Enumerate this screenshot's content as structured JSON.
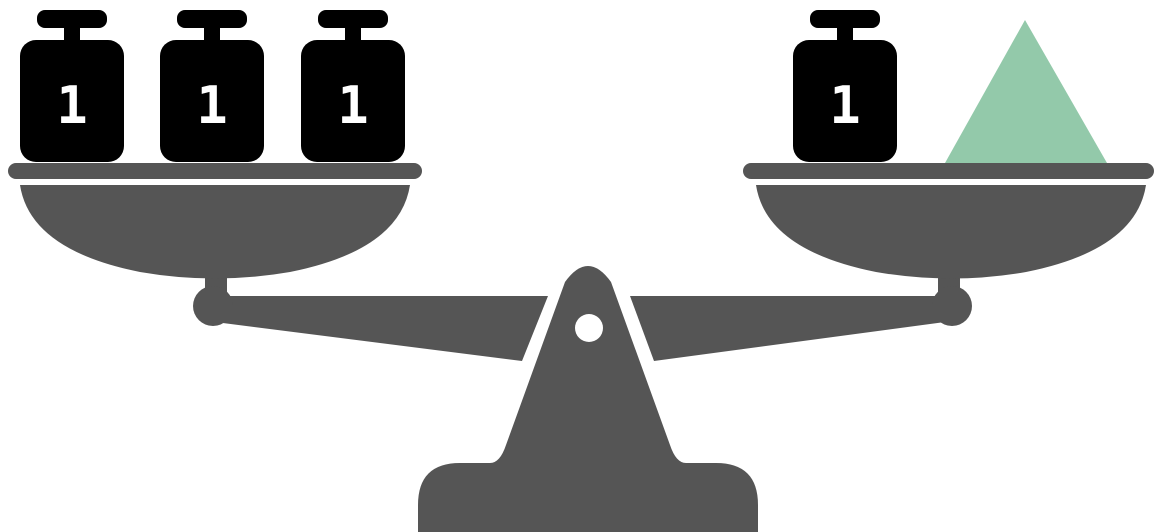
{
  "colors": {
    "scale": "#555555",
    "weight": "#000000",
    "weight_text": "#ffffff",
    "triangle": "#93c9aa",
    "background": "#ffffff"
  },
  "left_pan": {
    "weights": [
      {
        "label": "1"
      },
      {
        "label": "1"
      },
      {
        "label": "1"
      }
    ]
  },
  "right_pan": {
    "weights": [
      {
        "label": "1"
      }
    ],
    "shape": "triangle"
  }
}
